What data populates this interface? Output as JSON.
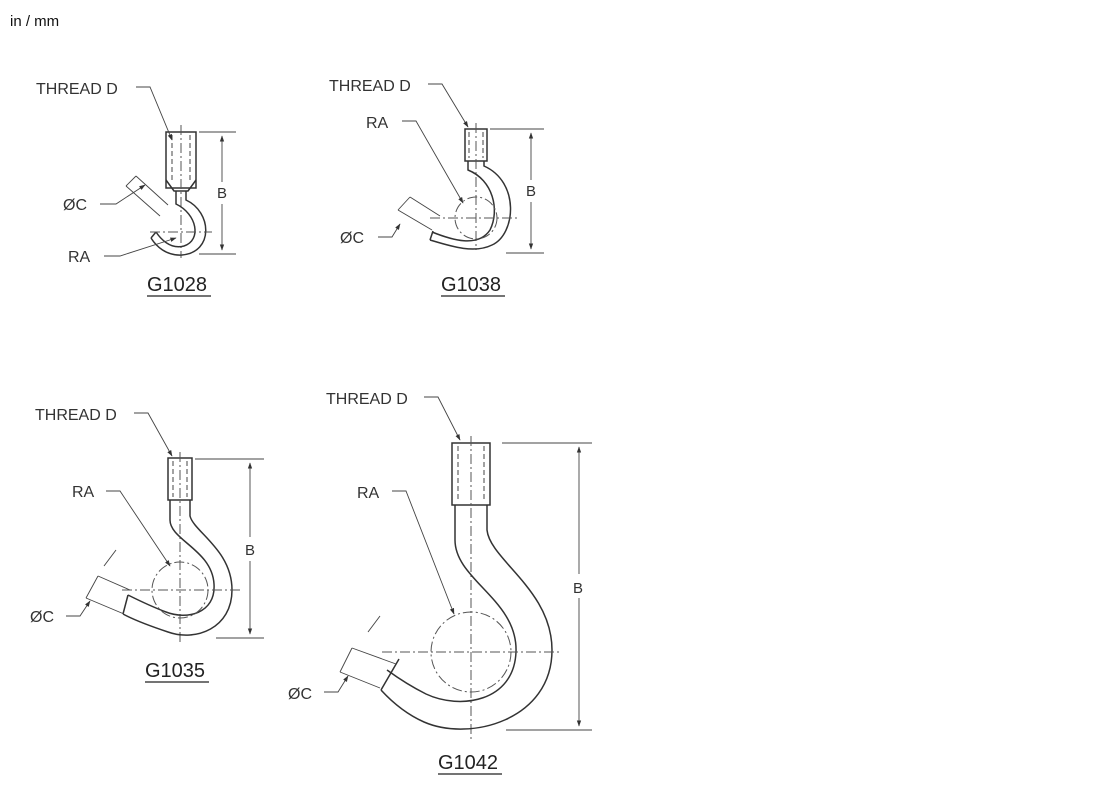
{
  "header": {
    "units": "in / mm"
  },
  "labels": {
    "thread": "THREAD D",
    "radius": "RA",
    "diameter": "ØC",
    "length": "B"
  },
  "hooks": [
    {
      "model": "G1028"
    },
    {
      "model": "G1038"
    },
    {
      "model": "G1035"
    },
    {
      "model": "G1042"
    }
  ],
  "colors": {
    "line": "#333333",
    "background": "#ffffff"
  }
}
